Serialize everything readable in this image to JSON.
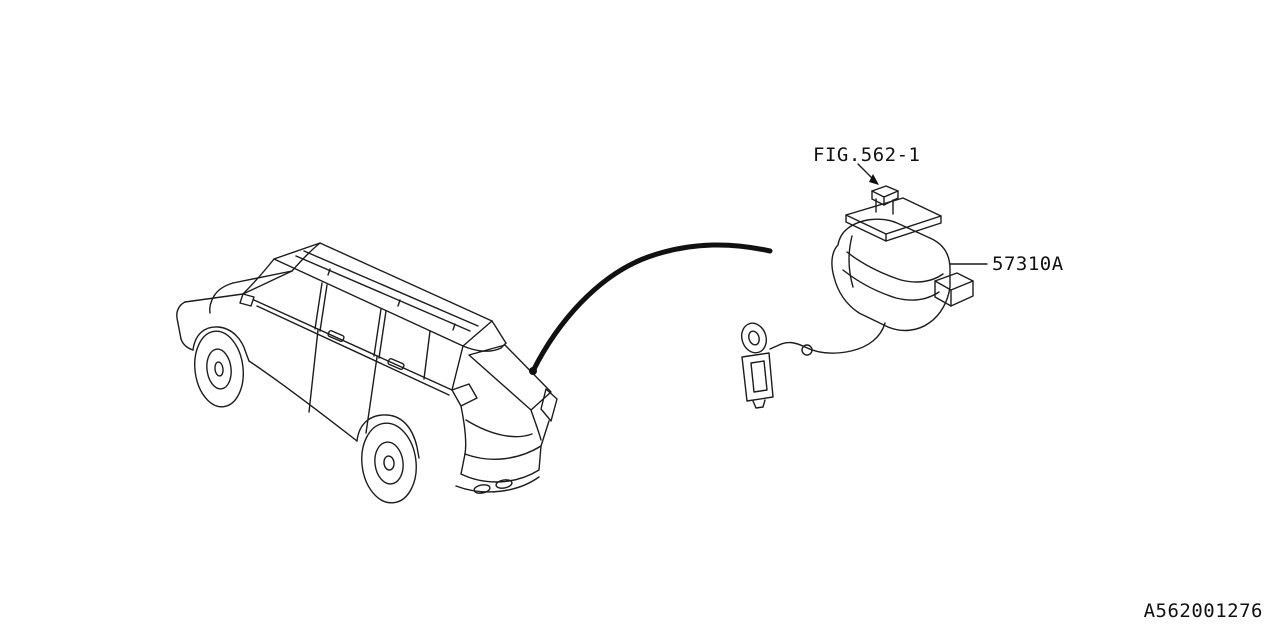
{
  "labels": {
    "fig_ref": "FIG.562-1",
    "part_number": "57310A",
    "diagram_id": "A562001276"
  },
  "colors": {
    "line": "#1c1c1c",
    "background": "#ffffff"
  },
  "drawing": {
    "type": "parts-diagram",
    "subject": "vehicle rear view with trunk and fuel lid opener assembly",
    "callouts": [
      {
        "label": "FIG.562-1",
        "style": "arrow-to-top-bracket"
      },
      {
        "label": "57310A",
        "style": "horizontal-leader-to-actuator"
      }
    ]
  }
}
